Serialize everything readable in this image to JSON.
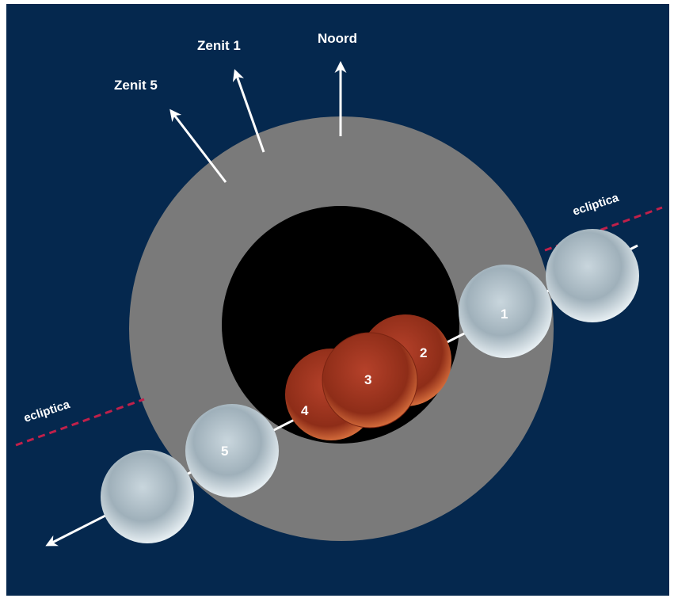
{
  "labels": {
    "north": "Noord",
    "zenith1": "Zenit 1",
    "zenith5": "Zenit 5",
    "ecliptic_right": "ecliptica",
    "ecliptic_left": "ecliptica"
  },
  "moons": [
    {
      "id": "1",
      "label": "1",
      "phase": "penumbra"
    },
    {
      "id": "2",
      "label": "2",
      "phase": "umbra"
    },
    {
      "id": "3",
      "label": "3",
      "phase": "umbra"
    },
    {
      "id": "4",
      "label": "4",
      "phase": "umbra"
    },
    {
      "id": "5",
      "label": "5",
      "phase": "penumbra"
    }
  ],
  "colors": {
    "sky": "#05284e",
    "penumbra": "#7a7a7a",
    "umbra": "#000000",
    "moon": "#b9c7cf",
    "eclipsed_moon": "#b23a20",
    "ecliptic": "#c0204a"
  }
}
